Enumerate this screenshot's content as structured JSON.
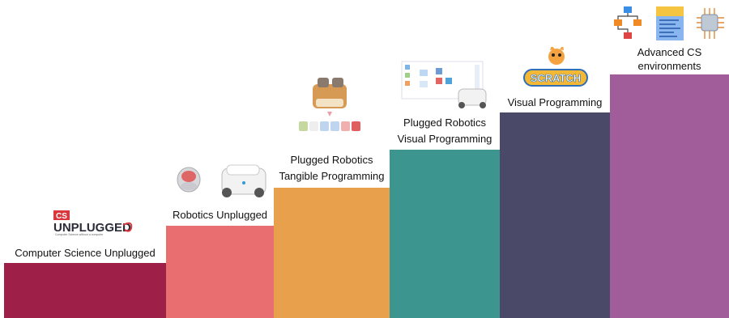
{
  "colors": {
    "stage1": "#9e1f48",
    "stage2": "#e96e6f",
    "stage3": "#e8a04c",
    "stage4": "#3d9590",
    "stage5": "#4a4a68",
    "stage6": "#a15c9a"
  },
  "stages": [
    {
      "lines": [
        "Computer Science Unplugged"
      ],
      "image_icon": "cs-unplugged-logo"
    },
    {
      "lines": [
        "Robotics Unplugged"
      ],
      "image_icon": "robots-icon"
    },
    {
      "lines": [
        "Plugged Robotics",
        "Tangible Programming"
      ],
      "image_icon": "tangible-robot-icon"
    },
    {
      "lines": [
        "Plugged Robotics",
        "Visual Programming"
      ],
      "image_icon": "visual-programming-screen-icon"
    },
    {
      "lines": [
        "Visual Programming"
      ],
      "image_icon": "scratch-logo"
    },
    {
      "lines": [
        "Advanced CS",
        "environments"
      ],
      "image_icon": "advanced-cs-icons"
    }
  ],
  "logos": {
    "cs_badge": "CS",
    "unplugged_word": "UNPLUGGED",
    "unplugged_tagline": "Computer Science without a computer",
    "scratch_word": "SCRATCH"
  }
}
